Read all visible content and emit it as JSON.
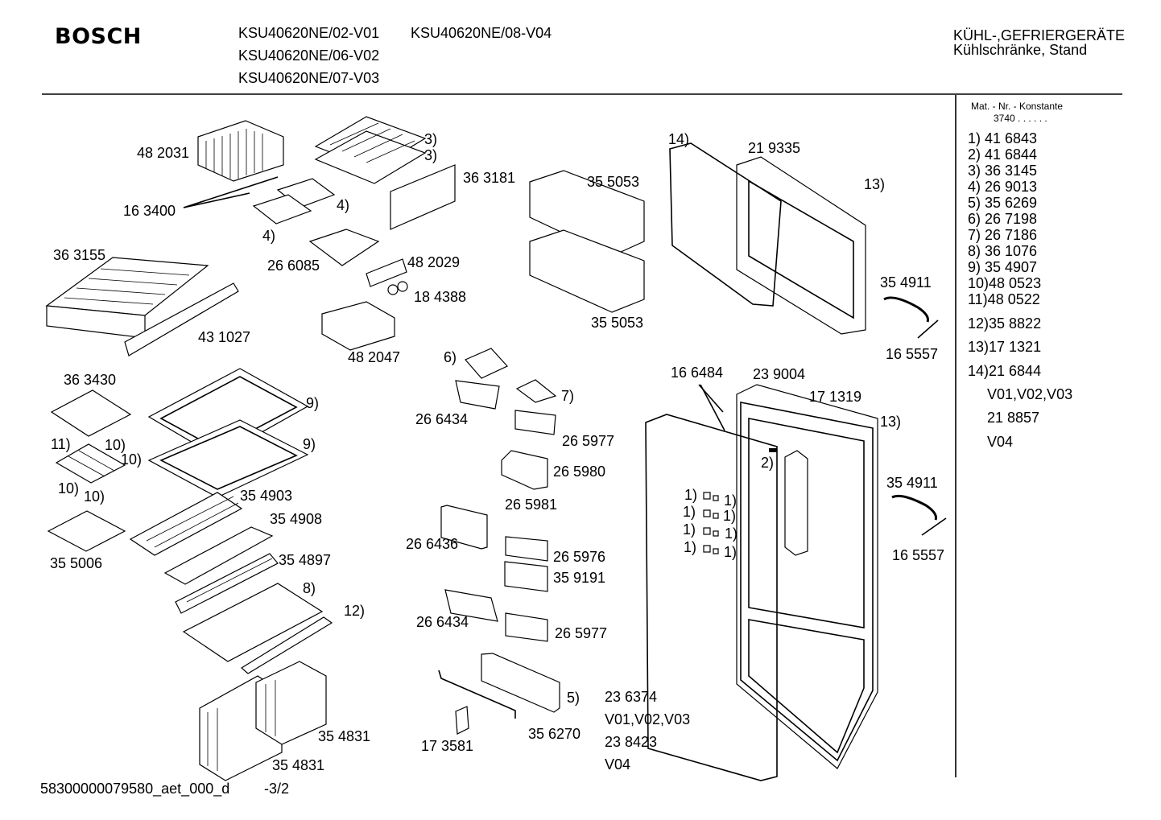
{
  "header": {
    "brand": "BOSCH",
    "models": [
      "KSU40620NE/02-V01",
      "KSU40620NE/08-V04",
      "KSU40620NE/06-V02",
      "KSU40620NE/07-V03"
    ],
    "category_line1": "KÜHL-,GEFRIERGERÄTE",
    "category_line2": "Kühlschränke, Stand"
  },
  "side_panel": {
    "title": "Mat. - Nr. - Konstante",
    "constant": "3740 . . . . . .",
    "items": [
      "1) 41 6843",
      "2) 41 6844",
      "3) 36 3145",
      "4) 26 9013",
      "5) 35 6269",
      "6) 26 7198",
      "7) 26 7186",
      "8) 36 1076",
      "9) 35 4907",
      "10)48 0523",
      "11)48 0522",
      "12)35 8822",
      "13)17 1321",
      "14)21 6844"
    ],
    "variants": [
      "V01,V02,V03",
      "21 8857",
      "V04"
    ]
  },
  "labels": {
    "p482031": "48 2031",
    "p163400": "16 3400",
    "p363155": "36 3155",
    "p431027": "43 1027",
    "p266085": "26 6085",
    "p482029": "48 2029",
    "p184388": "18 4388",
    "p482047": "48 2047",
    "p363181": "36 3181",
    "p3a": "3)",
    "p3b": "3)",
    "p4a": "4)",
    "p4b": "4)",
    "p355053a": "35 5053",
    "p355053b": "35 5053",
    "p14": "14)",
    "p219335": "21 9335",
    "p13a": "13)",
    "p354911a": "35 4911",
    "p165557a": "16 5557",
    "p363430": "36 3430",
    "p9a": "9)",
    "p9b": "9)",
    "p11": "11)",
    "p10a": "10)",
    "p10b": "10)",
    "p10c": "10)",
    "p10d": "10)",
    "p354903": "35 4903",
    "p354908": "35 4908",
    "p354897": "35 4897",
    "p355006": "35 5006",
    "p8": "8)",
    "p12": "12)",
    "p354831a": "35 4831",
    "p354831b": "35 4831",
    "p6": "6)",
    "p7": "7)",
    "p266434a": "26 6434",
    "p265977a": "26 5977",
    "p265980": "26 5980",
    "p265981": "26 5981",
    "p266436": "26 6436",
    "p265976": "26 5976",
    "p359191": "35 9191",
    "p266434b": "26 6434",
    "p265977b": "26 5977",
    "p5": "5)",
    "p173581": "17 3581",
    "p356270": "35 6270",
    "p166484": "16 6484",
    "p239004": "23 9004",
    "p171319": "17 1319",
    "p13b": "13)",
    "p2": "2)",
    "p354911b": "35 4911",
    "p165557b": "16 5557",
    "p1a": "1)",
    "p1b": "1)",
    "p1c": "1)",
    "p1d": "1)",
    "p1e": "1)",
    "p1f": "1)",
    "p1g": "1)",
    "p1h": "1)",
    "p236374": "23 6374",
    "pv1": "V01,V02,V03",
    "p238423": "23 8423",
    "pv4": "V04"
  },
  "footer": {
    "doc_id": "58300000079580_aet_000_d",
    "page": "-3/2"
  }
}
